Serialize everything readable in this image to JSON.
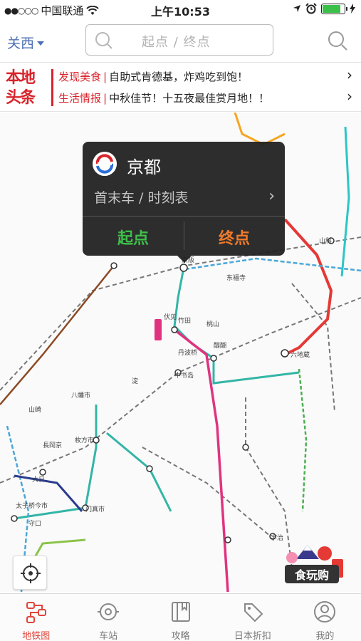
{
  "status_bar": {
    "carrier": "中国联通",
    "time": "上午10:53",
    "battery_level": 0.85
  },
  "header": {
    "region": "关西",
    "search_placeholder": "起点 / 终点"
  },
  "news": {
    "logo_line1": "本地",
    "logo_line2": "头条",
    "items": [
      {
        "tag": "发现美食",
        "text": "自助式肯德基，炸鸡吃到饱！"
      },
      {
        "tag": "生活情报",
        "text": "中秋佳节！十五夜最佳赏月地！！"
      }
    ]
  },
  "popup": {
    "station": "京都",
    "timetable_link": "首末车 / 时刻表",
    "start_button": "起点",
    "end_button": "终点"
  },
  "map_labels": [
    "山科",
    "六地蔵",
    "东福寺",
    "中书岛",
    "竹田",
    "枚方市",
    "门真市",
    "大日",
    "太子桥今市",
    "京阪",
    "守口",
    "淀",
    "八幡市",
    "伏见",
    "丹波桥",
    "宇治",
    "山崎",
    "長岡京",
    "桃山",
    "醍醐"
  ],
  "colors": {
    "accent_red": "#e0453b",
    "start_green": "#3ec04b",
    "end_orange": "#f07a2a",
    "region_blue": "#4d6fb4",
    "news_red": "#d8232a"
  },
  "tabs": [
    {
      "label": "地铁图",
      "icon": "subway-map-icon",
      "active": true
    },
    {
      "label": "车站",
      "icon": "station-icon",
      "active": false
    },
    {
      "label": "攻略",
      "icon": "guide-book-icon",
      "active": false
    },
    {
      "label": "日本折扣",
      "icon": "discount-tag-icon",
      "active": false
    },
    {
      "label": "我的",
      "icon": "profile-icon",
      "active": false
    }
  ]
}
